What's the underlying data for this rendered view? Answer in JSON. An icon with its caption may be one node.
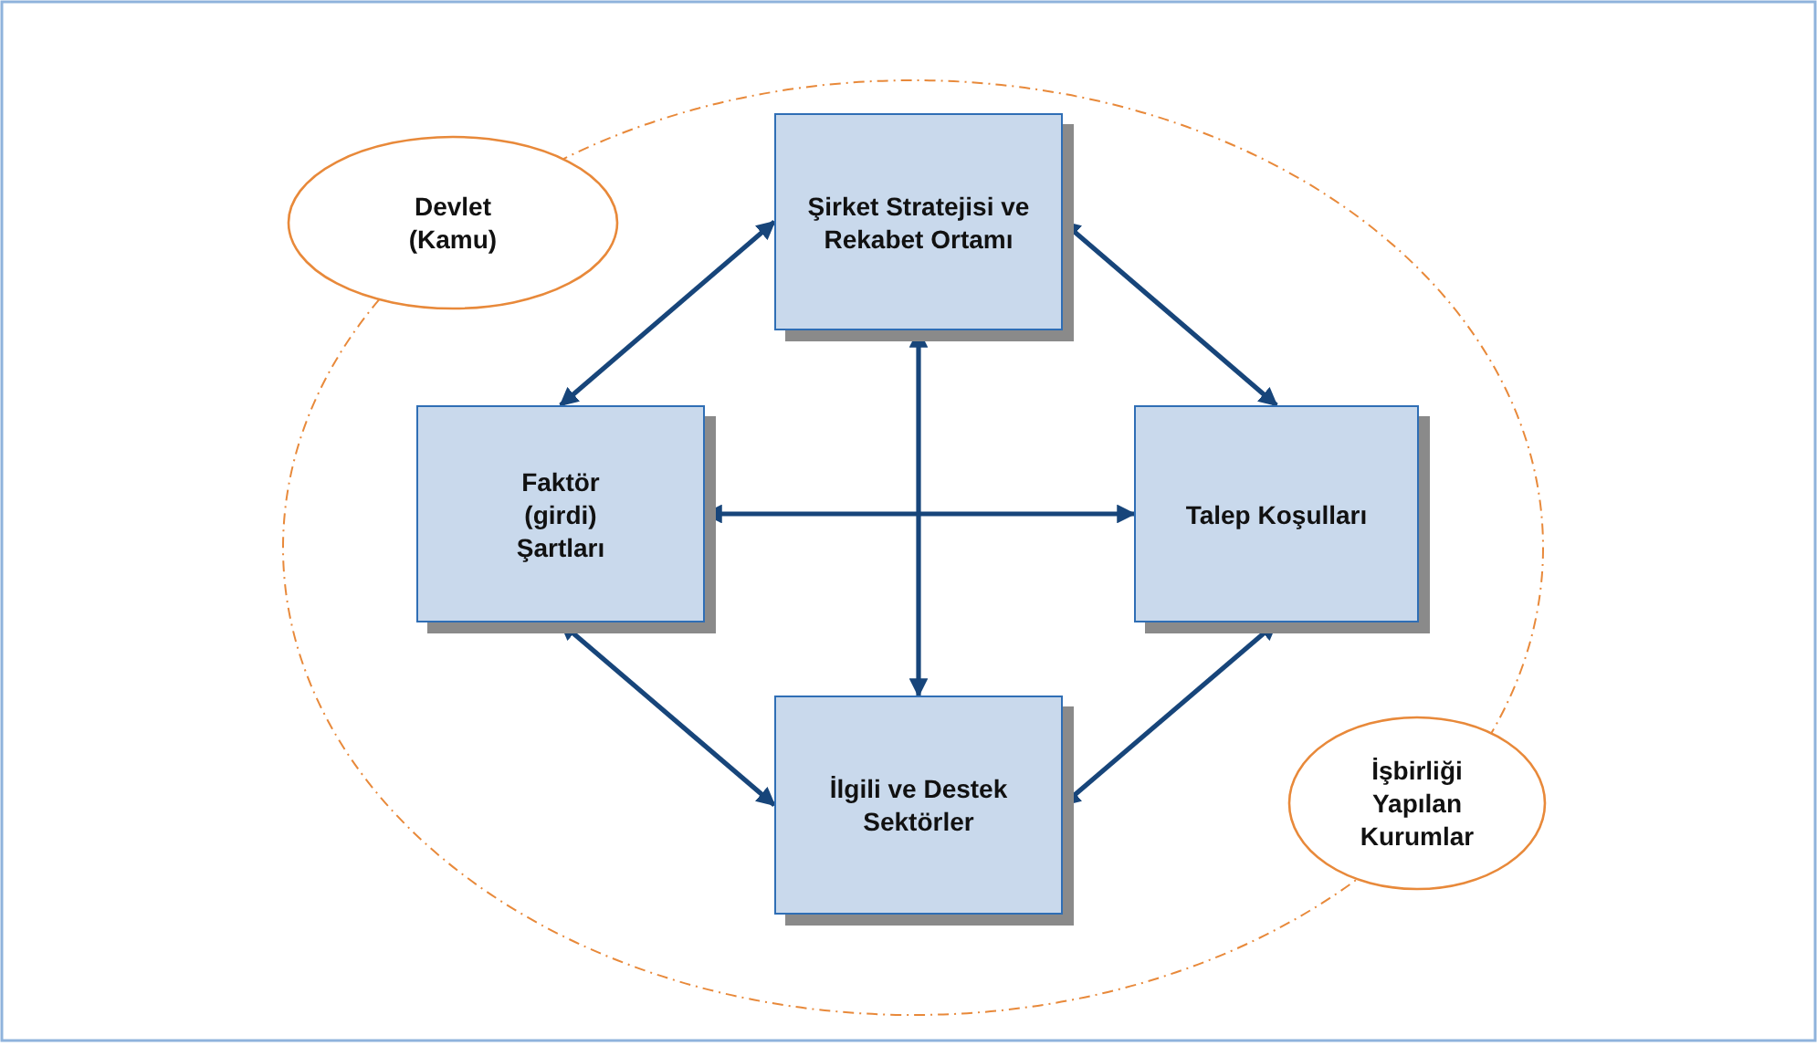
{
  "diagram": {
    "nodes": [
      {
        "text": [
          "Devlet (Kamu)"
        ]
      },
      {
        "text": [
          "Şirket Stratejisi ve Rekabet Ortamı"
        ]
      },
      {
        "text": [
          "Faktör (girdi) Şartları"
        ]
      },
      {
        "text": [
          "Talep Koşulları"
        ]
      },
      {
        "text": [
          "İlgili ve Destek Sektörler"
        ]
      },
      {
        "text": [
          "İşbirliği Yapılan Kurumlar"
        ]
      }
    ],
    "edges": [
      {
        "from": 1,
        "to": 2,
        "arrow": "both"
      },
      {
        "from": 1,
        "to": 3,
        "arrow": "both"
      },
      {
        "from": 2,
        "to": 3,
        "arrow": "both"
      },
      {
        "from": 1,
        "to": 4,
        "arrow": "both"
      },
      {
        "from": 2,
        "to": 4,
        "arrow": "both"
      },
      {
        "from": 3,
        "to": 4,
        "arrow": "both"
      }
    ]
  }
}
